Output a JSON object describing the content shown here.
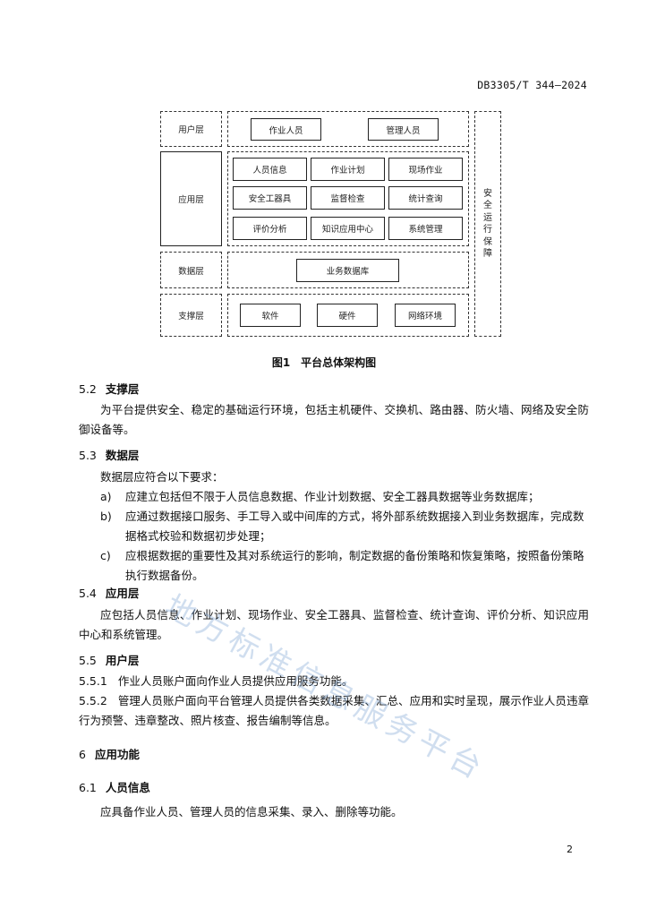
{
  "header": {
    "doc_code": "DB3305/T 344—2024"
  },
  "figure": {
    "layers": {
      "user": "用户层",
      "app": "应用层",
      "data": "数据层",
      "support": "支撑层"
    },
    "security": "安全运行保障",
    "user_items": [
      "作业人员",
      "管理人员"
    ],
    "app_items": [
      "人员信息",
      "作业计划",
      "现场作业",
      "安全工器具",
      "监督检查",
      "统计查询",
      "评价分析",
      "知识应用中心",
      "系统管理"
    ],
    "data_items": [
      "业务数据库"
    ],
    "support_items": [
      "软件",
      "硬件",
      "网络环境"
    ],
    "caption": "图1　平台总体架构图"
  },
  "sections": {
    "s52": {
      "num": "5.2",
      "title": "支撑层",
      "text": "为平台提供安全、稳定的基础运行环境，包括主机硬件、交换机、路由器、防火墙、网络及安全防御设备等。"
    },
    "s53": {
      "num": "5.3",
      "title": "数据层",
      "intro": "数据层应符合以下要求：",
      "items": [
        {
          "mark": "a)",
          "text": "应建立包括但不限于人员信息数据、作业计划数据、安全工器具数据等业务数据库；"
        },
        {
          "mark": "b)",
          "text": "应通过数据接口服务、手工导入或中间库的方式，将外部系统数据接入到业务数据库，完成数据格式校验和数据初步处理；"
        },
        {
          "mark": "c)",
          "text": "应根据数据的重要性及其对系统运行的影响，制定数据的备份策略和恢复策略，按照备份策略执行数据备份。"
        }
      ]
    },
    "s54": {
      "num": "5.4",
      "title": "应用层",
      "text": "应包括人员信息、作业计划、现场作业、安全工器具、监督检查、统计查询、评价分析、知识应用中心和系统管理。"
    },
    "s55": {
      "num": "5.5",
      "title": "用户层",
      "p1_num": "5.5.1",
      "p1": "作业人员账户面向作业人员提供应用服务功能。",
      "p2_num": "5.5.2",
      "p2": "管理人员账户面向平台管理人员提供各类数据采集、汇总、应用和实时呈现，展示作业人员违章行为预警、违章整改、照片核查、报告编制等信息。"
    },
    "s6": {
      "num": "6",
      "title": "应用功能"
    },
    "s61": {
      "num": "6.1",
      "title": "人员信息",
      "text": "应具备作业人员、管理人员的信息采集、录入、删除等功能。"
    }
  },
  "watermark": "地方标准信息服务平台",
  "page_number": "2"
}
